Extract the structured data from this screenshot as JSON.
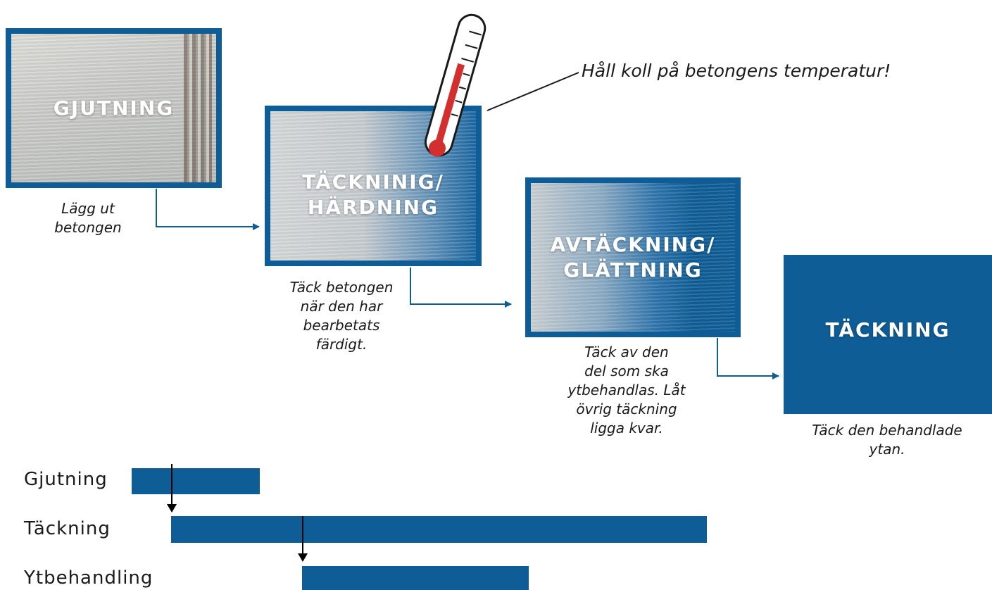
{
  "stages": [
    {
      "title": "GJUTNING",
      "caption": "Lägg ut\nbetongen"
    },
    {
      "title": "TÄCKNINIG/\nHÄRDNING",
      "caption": "Täck betongen\nnär den har\nbearbetats\nfärdigt."
    },
    {
      "title": "AVTÄCKNING/\nGLÄTTNING",
      "caption": "Täck av den\ndel som ska\nytbehandlas. Låt\növrig täckning\nligga kvar."
    },
    {
      "title": "TÄCKNING",
      "caption": "Täck den behandlade\nytan."
    }
  ],
  "note": "Håll koll på betongens temperatur!",
  "gantt": {
    "rows": [
      {
        "label": "Gjutning"
      },
      {
        "label": "Täckning"
      },
      {
        "label": "Ytbehandling"
      }
    ]
  },
  "colors": {
    "accent": "#0e5d96",
    "thermometer": "#d32f2f"
  },
  "icons": {
    "thermometer": "thermometer-icon"
  }
}
